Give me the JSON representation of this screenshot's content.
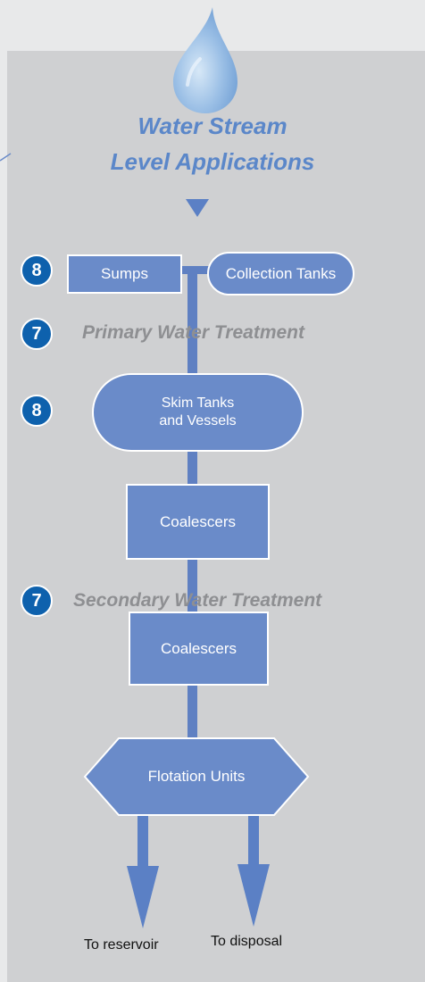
{
  "title": {
    "line1": "Water Stream",
    "line2": "Level Applications"
  },
  "nodes": {
    "sumps": "Sumps",
    "collection_tanks": "Collection Tanks",
    "skim_tanks": [
      "Skim Tanks",
      "and Vessels"
    ],
    "coalescers_primary": "Coalescers",
    "coalescers_secondary": "Coalescers",
    "flotation_units": "Flotation Units"
  },
  "stages": {
    "primary": "Primary Water Treatment",
    "secondary": "Secondary Water Treatment"
  },
  "badges": {
    "sumps": "8",
    "primary": "7",
    "skim": "8",
    "secondary": "7"
  },
  "outputs": {
    "reservoir": "To reservoir",
    "disposal": "To disposal"
  },
  "colors": {
    "box": "#6a8bc9",
    "badge": "#0e61ad",
    "title": "#5b87c9",
    "stage_text": "#8e8f92",
    "panel": "#cfd0d2"
  }
}
